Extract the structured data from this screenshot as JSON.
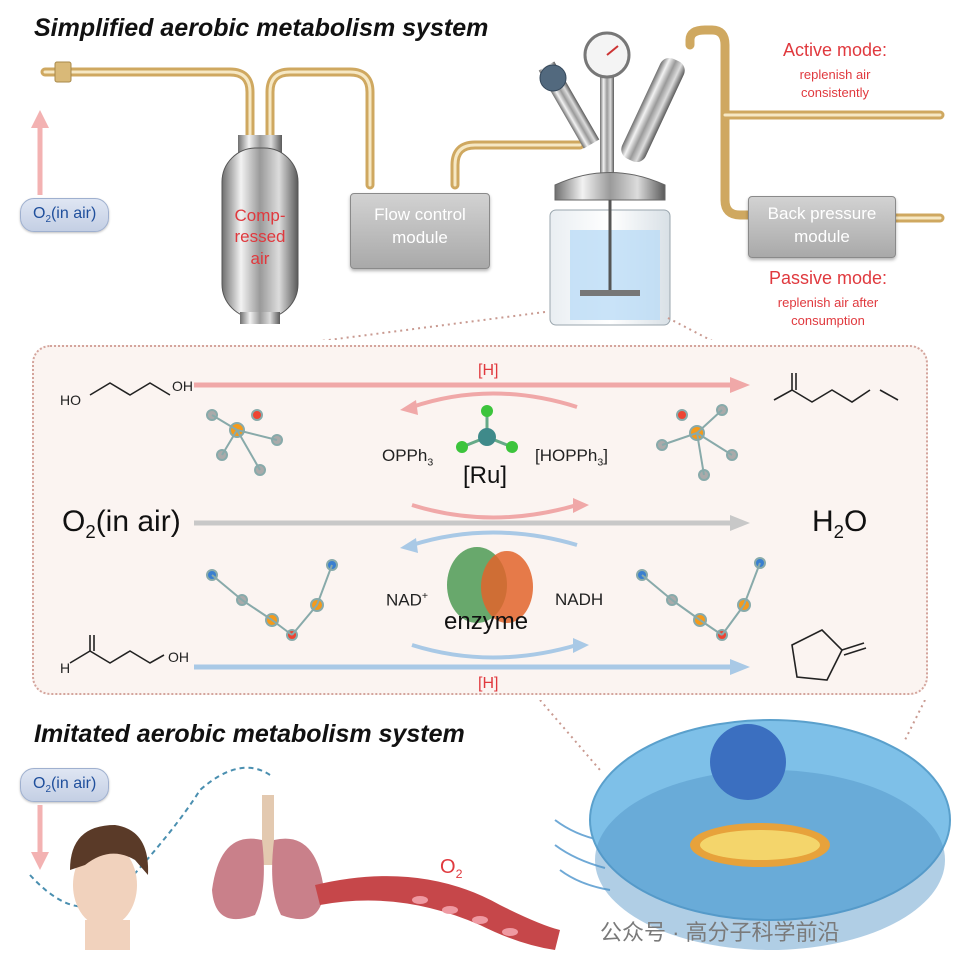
{
  "top": {
    "heading": "Simplified aerobic metabolism system",
    "o2_pill": "O2(in air)",
    "tank_label": "Comp-\nressed\nair",
    "flow_module": "Flow control\nmodule",
    "back_module": "Back pressure\nmodule",
    "active_title": "Active mode:",
    "active_sub": "replenish air\nconsistently",
    "passive_title": "Passive mode:",
    "passive_sub": "replenish air after\nconsumption"
  },
  "panel": {
    "h_top": "[H]",
    "h_bottom": "[H]",
    "opph3": "OPPh3",
    "hopph3": "[HOPPh3]",
    "ru": "[Ru]",
    "o2_air": "O2(in air)",
    "h2o": "H2O",
    "nad_plus": "NAD+",
    "nadh": "NADH",
    "enzyme": "enzyme",
    "ho_left": "HO",
    "oh_left": "OH",
    "h_ald": "H",
    "oh_ald": "OH"
  },
  "bottom": {
    "heading": "Imitated aerobic metabolism system",
    "o2_pill": "O2(in air)",
    "o2_vessel": "O2",
    "watermark": "公众号 · 高分子科学前沿"
  },
  "colors": {
    "red_arrow": "#f0a8a8",
    "blue_arrow": "#a9c9e6",
    "grey_arrow": "#c8c8c8",
    "pipe": "#d9b978",
    "accent_red": "#e0393e"
  }
}
